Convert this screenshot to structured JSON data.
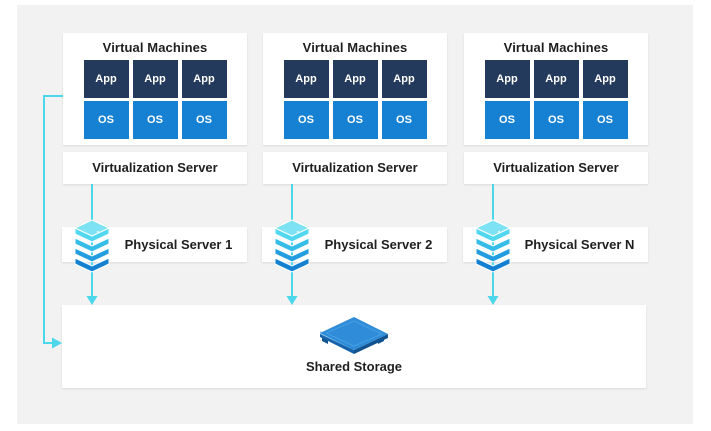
{
  "diagram": {
    "columns": [
      {
        "vm_title": "Virtual Machines",
        "app_tiles": [
          "App",
          "App",
          "App"
        ],
        "os_tiles": [
          "OS",
          "OS",
          "OS"
        ],
        "virtualization_label": "Virtualization Server",
        "physical_label": "Physical Server 1"
      },
      {
        "vm_title": "Virtual Machines",
        "app_tiles": [
          "App",
          "App",
          "App"
        ],
        "os_tiles": [
          "OS",
          "OS",
          "OS"
        ],
        "virtualization_label": "Virtualization Server",
        "physical_label": "Physical Server 2"
      },
      {
        "vm_title": "Virtual Machines",
        "app_tiles": [
          "App",
          "App",
          "App"
        ],
        "os_tiles": [
          "OS",
          "OS",
          "OS"
        ],
        "virtualization_label": "Virtualization Server",
        "physical_label": "Physical Server N"
      }
    ],
    "shared_storage_label": "Shared Storage"
  },
  "icons": {
    "server_stack": "server-stack-icon",
    "shared_storage": "shared-storage-icon"
  },
  "colors": {
    "panel_bg": "#f2f2f3",
    "box_bg": "#ffffff",
    "app_tile": "#233a5c",
    "os_tile": "#1681d3",
    "connector": "#4cd7ea",
    "text": "#1f1f1f"
  }
}
